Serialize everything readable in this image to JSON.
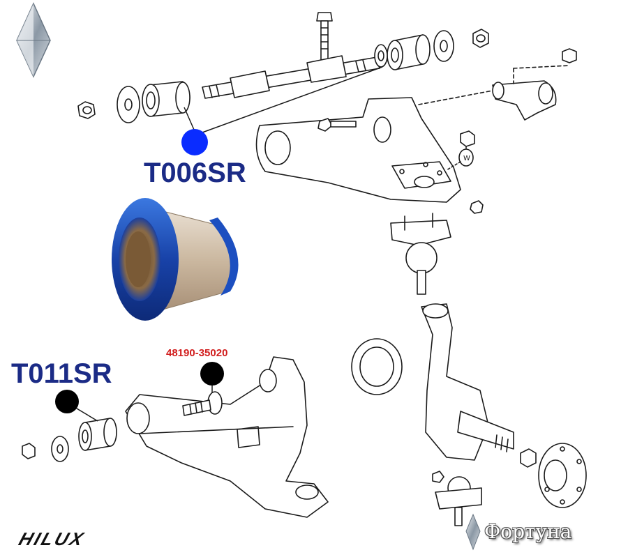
{
  "labels": {
    "upper_bushing_code": "T006SR",
    "lower_bushing_code": "T011SR",
    "bolt_part_number": "48190-35020",
    "model_logo": "HILUX",
    "brand_logo": "Фортуна"
  },
  "colors": {
    "upper_code": "#1b2b86",
    "lower_code": "#1b2b86",
    "upper_marker": "#0a2cff",
    "lower_marker": "#000000",
    "part_number": "#d11d1d",
    "bushing_blue": "#1a4fc4",
    "bushing_metal": "#c9b59c",
    "line_art": "#1a1a1a"
  },
  "icons": {
    "top_left": "diamond-logo-icon",
    "bottom_right": "diamond-logo-icon"
  }
}
